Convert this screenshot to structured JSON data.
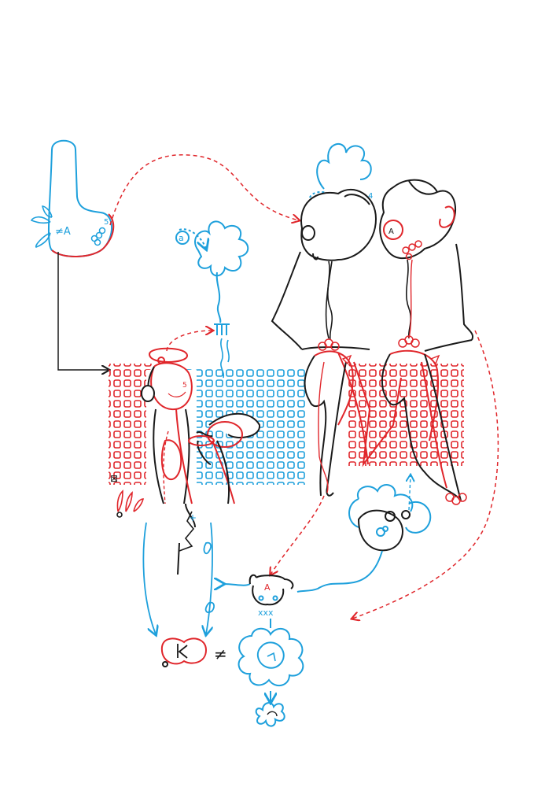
{
  "palette": {
    "blue": "#1ea0dc",
    "red": "#e0262b",
    "black": "#1a1a1a",
    "background": "#ffffff"
  },
  "labels": {
    "neq_a": "≠A",
    "five_top": "5",
    "five_head": "5",
    "four": "4",
    "a_flower": "a",
    "a_head": "A",
    "a_red": "A",
    "xxx": "xxx",
    "plus": "+",
    "neq_bottom": "≠",
    "boxed_x": "⊠"
  }
}
